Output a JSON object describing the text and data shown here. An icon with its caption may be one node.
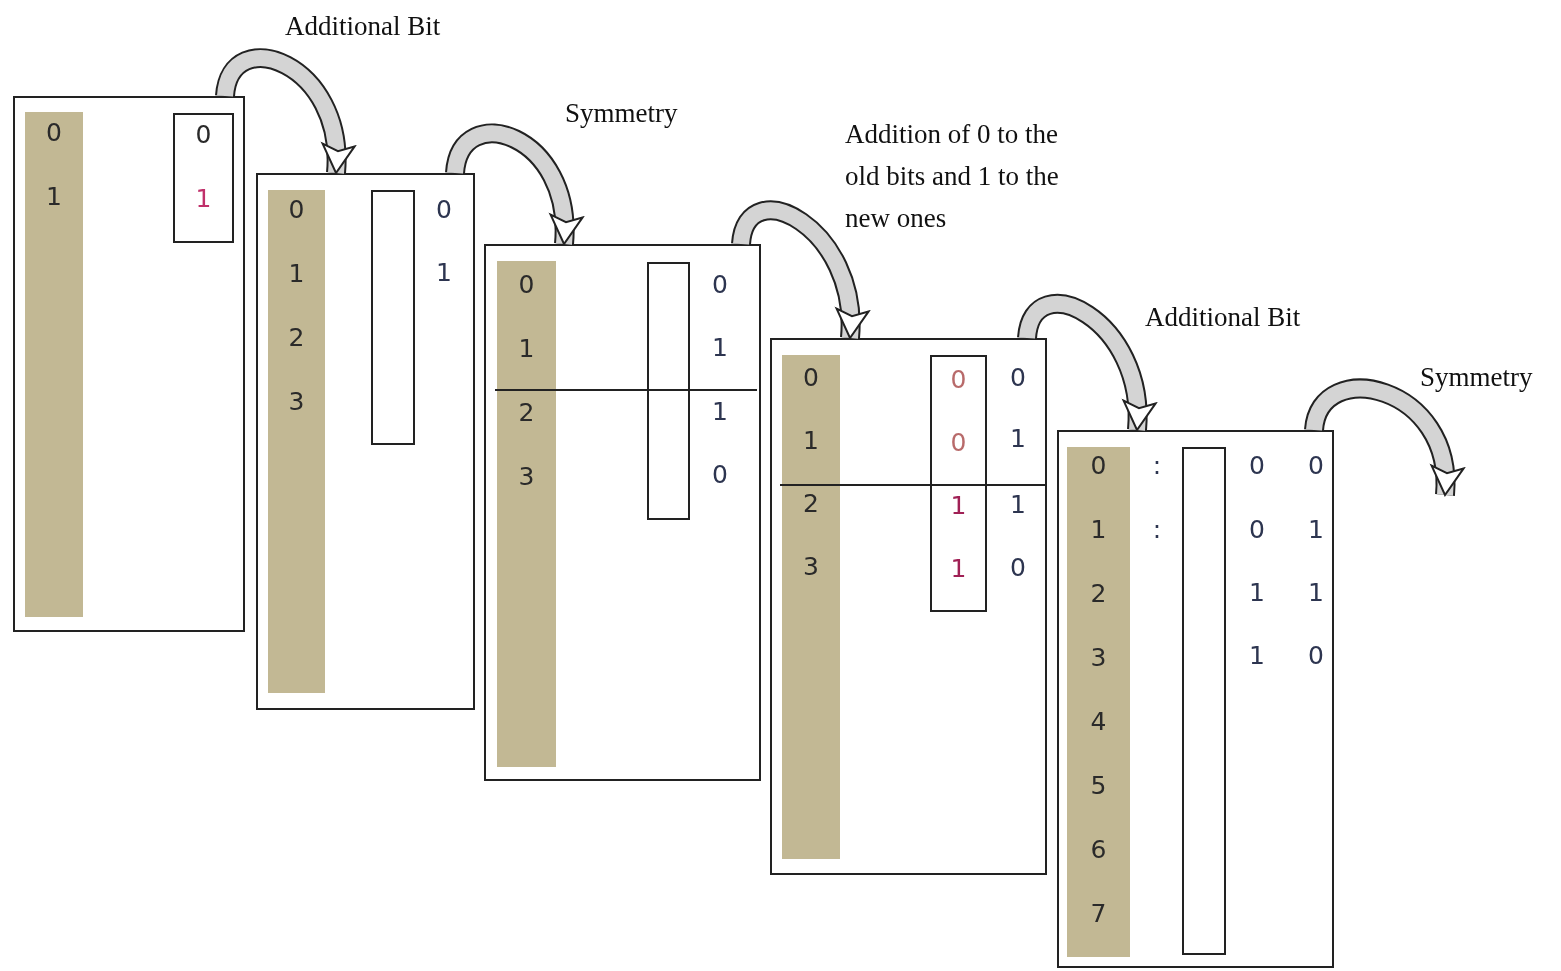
{
  "diagram": {
    "nodes": [
      {
        "text": [],
        "shape": "box"
      },
      {
        "text": [
          "0",
          "1"
        ],
        "in": 0
      },
      {
        "text": [
          "0",
          "1"
        ],
        "in": 0
      },
      {
        "text": [],
        "shape": "box"
      },
      {
        "text": [
          "0",
          "1",
          "2",
          "3"
        ],
        "in": 3
      },
      {
        "text": [],
        "shape": "box",
        "in": 3
      },
      {
        "text": [],
        "shape": "box"
      },
      {
        "text": [
          "0",
          "1",
          "2",
          "3"
        ],
        "in": 6
      },
      {
        "text": [],
        "shape": "box",
        "in": 6
      },
      {
        "text": [],
        "shape": "box"
      },
      {
        "text": [
          "0",
          "1",
          "2",
          "3"
        ],
        "in": 9
      },
      {
        "text": [
          "0",
          "0",
          "1",
          "1"
        ],
        "in": 9
      },
      {
        "text": [],
        "shape": "box"
      },
      {
        "text": [
          "0",
          "1",
          "2",
          "3",
          "4",
          "5",
          "6",
          "7"
        ],
        "in": 12
      },
      {
        "text": [],
        "shape": "box",
        "in": 12
      }
    ],
    "edges": [
      {
        "from": 0,
        "to": 3,
        "arrow": "to",
        "label": "Additional Bit"
      },
      {
        "from": 3,
        "to": 6,
        "arrow": "to",
        "label": "Symmetry"
      },
      {
        "from": 6,
        "to": 9,
        "arrow": "to",
        "label": "Addition of 0 to the old bits and 1 to the new ones"
      },
      {
        "from": 9,
        "to": 12,
        "arrow": "to",
        "label": "Additional Bit"
      },
      {
        "from": 12,
        "to": null,
        "arrow": "to",
        "label": "Symmetry"
      }
    ],
    "labels": [
      "0",
      "1",
      "0",
      "1",
      "1",
      "0",
      "0",
      "1",
      "1",
      "0",
      ":",
      "0",
      "0",
      ":",
      "0",
      "1",
      "1",
      "1",
      "1",
      "0"
    ]
  }
}
